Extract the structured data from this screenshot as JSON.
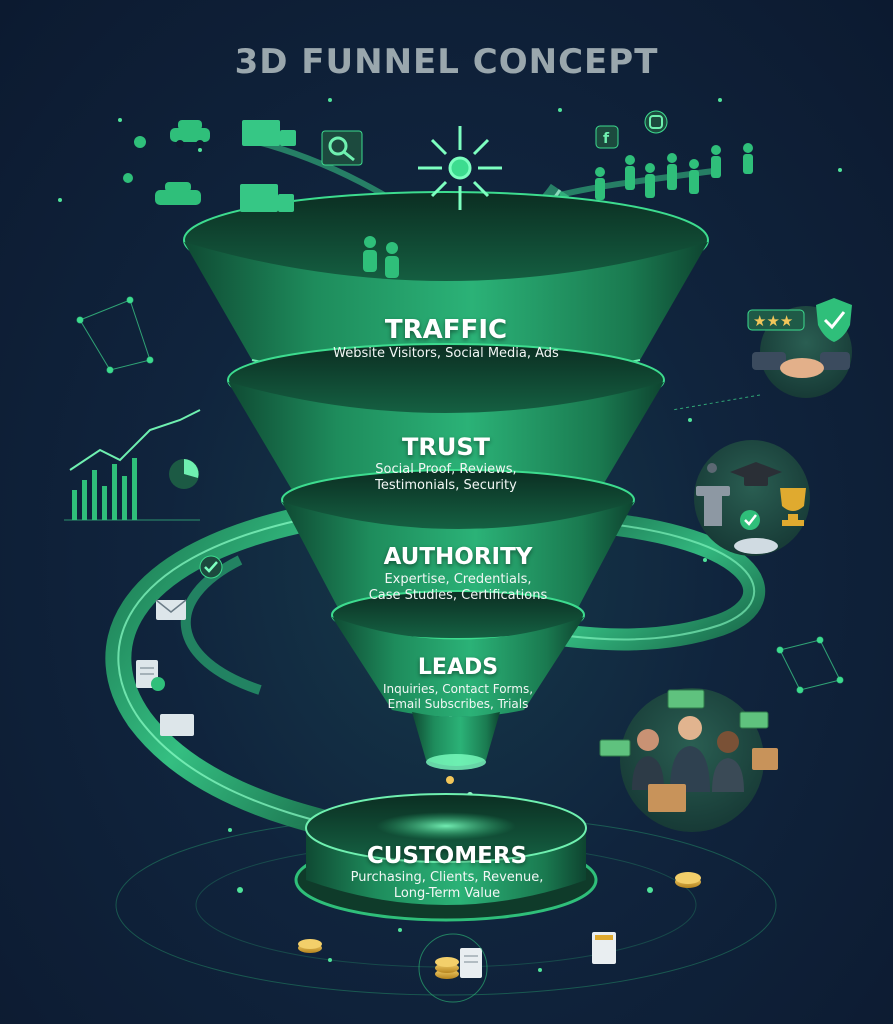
{
  "title": "3D FUNNEL CONCEPT",
  "colors": {
    "background": "#0f1c33",
    "accent": "#2fbf7a",
    "funnel": "#1f8a5a",
    "gold": "#d9a531"
  },
  "stages": [
    {
      "name": "TRAFFIC",
      "description_lines": [
        "Website Visitors, Social Media, Ads"
      ]
    },
    {
      "name": "TRUST",
      "description_lines": [
        "Social Proof, Reviews,",
        "Testimonials, Security"
      ]
    },
    {
      "name": "AUTHORITY",
      "description_lines": [
        "Expertise, Credentials,",
        "Case Studies, Certifications"
      ]
    },
    {
      "name": "LEADS",
      "description_lines": [
        "Inquiries, Contact Forms,",
        "Email Subscribes, Trials"
      ]
    },
    {
      "name": "CUSTOMERS",
      "description_lines": [
        "Purchasing, Clients, Revenue,",
        "Long-Term Value"
      ]
    }
  ],
  "icons": [
    "car-icon",
    "truck-icon",
    "map-pin-icon",
    "search-icon",
    "target-icon",
    "facebook-icon",
    "instagram-icon",
    "people-crowd-icon",
    "handshake-icon",
    "stars-rating-icon",
    "shield-check-icon",
    "bar-chart-icon",
    "pie-chart-icon",
    "network-icon",
    "graduation-cap-icon",
    "podium-icon",
    "trophy-icon",
    "envelope-icon",
    "checkmark-icon",
    "document-icon",
    "team-icon",
    "dollar-bill-icon",
    "box-icon",
    "coin-stack-icon",
    "receipt-icon"
  ]
}
